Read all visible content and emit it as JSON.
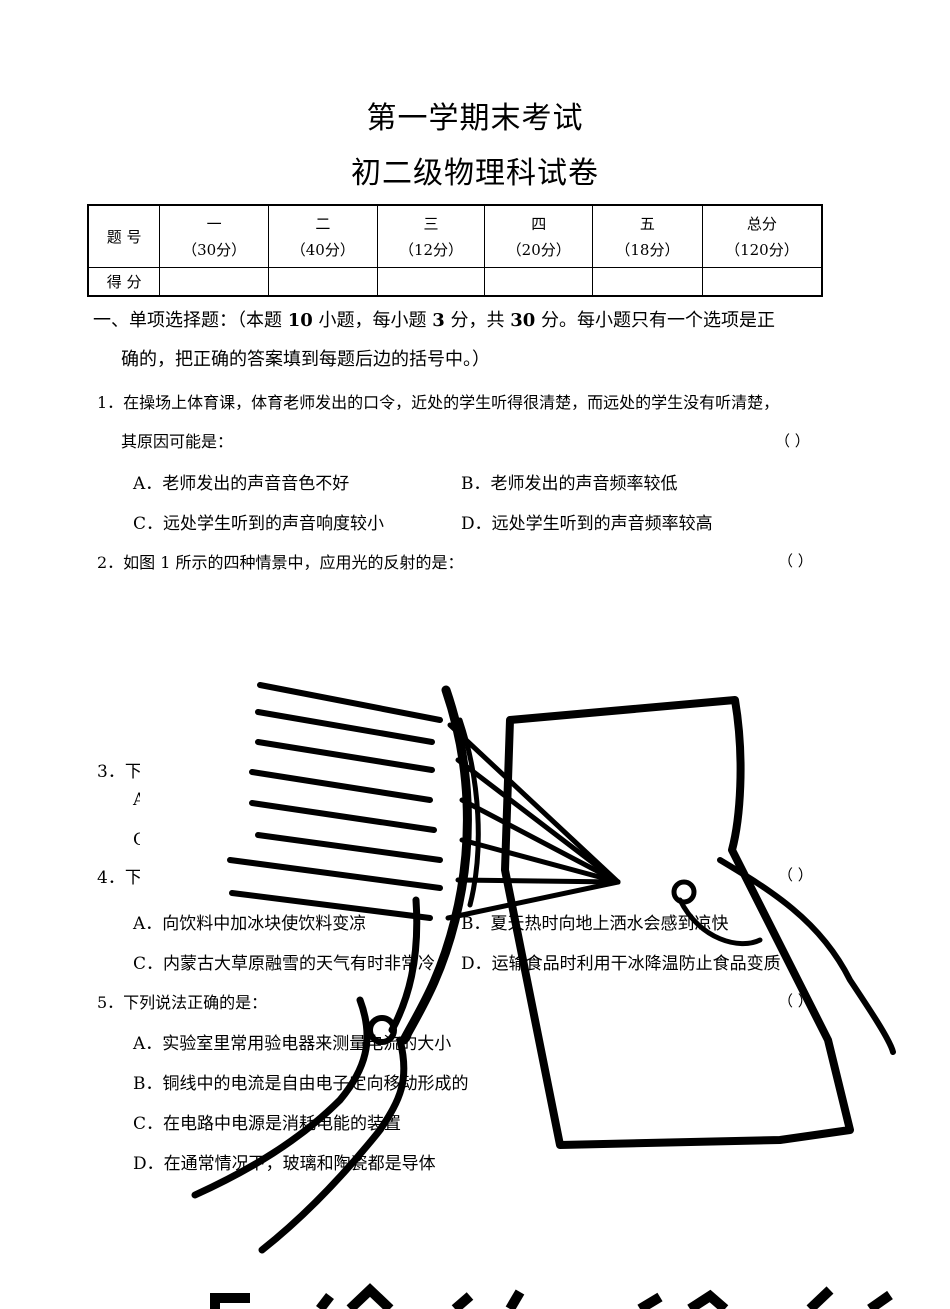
{
  "header": {
    "title1": "第一学期末考试",
    "title2": "初二级物理科试卷"
  },
  "score_table": {
    "row1_label": "题  号",
    "row2_label": "得  分",
    "columns": [
      {
        "name": "一",
        "points": "（30分）"
      },
      {
        "name": "二",
        "points": "（40分）"
      },
      {
        "name": "三",
        "points": "（12分）"
      },
      {
        "name": "四",
        "points": "（20分）"
      },
      {
        "name": "五",
        "points": "（18分）"
      },
      {
        "name": "总分",
        "points": "（120分）"
      }
    ]
  },
  "section1": {
    "line1_a": "一、单项选择题：（本题 ",
    "line1_n1": "10",
    "line1_b": " 小题，每小题 ",
    "line1_n2": "3",
    "line1_c": " 分，共 ",
    "line1_n3": "30",
    "line1_d": " 分。每小题只有一个选项是正",
    "line2": "确的，把正确的答案填到每题后边的括号中。）"
  },
  "questions": {
    "q1": {
      "stem1": "1．在操场上体育课，体育老师发出的口令，近处的学生听得很清楚，而远处的学生没有听清楚，",
      "stem2": "其原因可能是：",
      "paren": "（          ）",
      "A": "A．老师发出的声音音色不好",
      "B": "B．老师发出的声音频率较低",
      "C": "C．远处学生听到的声音响度较小",
      "D": "D．远处学生听到的声音频率较高"
    },
    "q2": {
      "stem": "2．如图 1 所示的四种情景中，应用光的反射的是：",
      "paren": "（          ）"
    },
    "q3": {
      "num": "3．下",
      "A": "A",
      "C": "C"
    },
    "q4": {
      "num": "4．下",
      "paren": "（          ）",
      "A_left": "A．向饮料中加冰块使饮料变凉",
      "B_right": "B．夏天热时向地上洒水会感到凉快",
      "C": "C．内蒙古大草原融雪的天气有时非常冷",
      "D": "D．运输食品时利用干冰降温防止食品变质"
    },
    "q5": {
      "stem": "5．下列说法正确的是：",
      "paren": "（          ）",
      "A": "A．实验室里常用验电器来测量电流的大小",
      "B": "B．铜线中的电流是自由电子定向移动形成的",
      "C": "C．在电路中电源是消耗电能的装置",
      "D": "D．在通常情况下，玻璃和陶瓷都是导体"
    }
  }
}
